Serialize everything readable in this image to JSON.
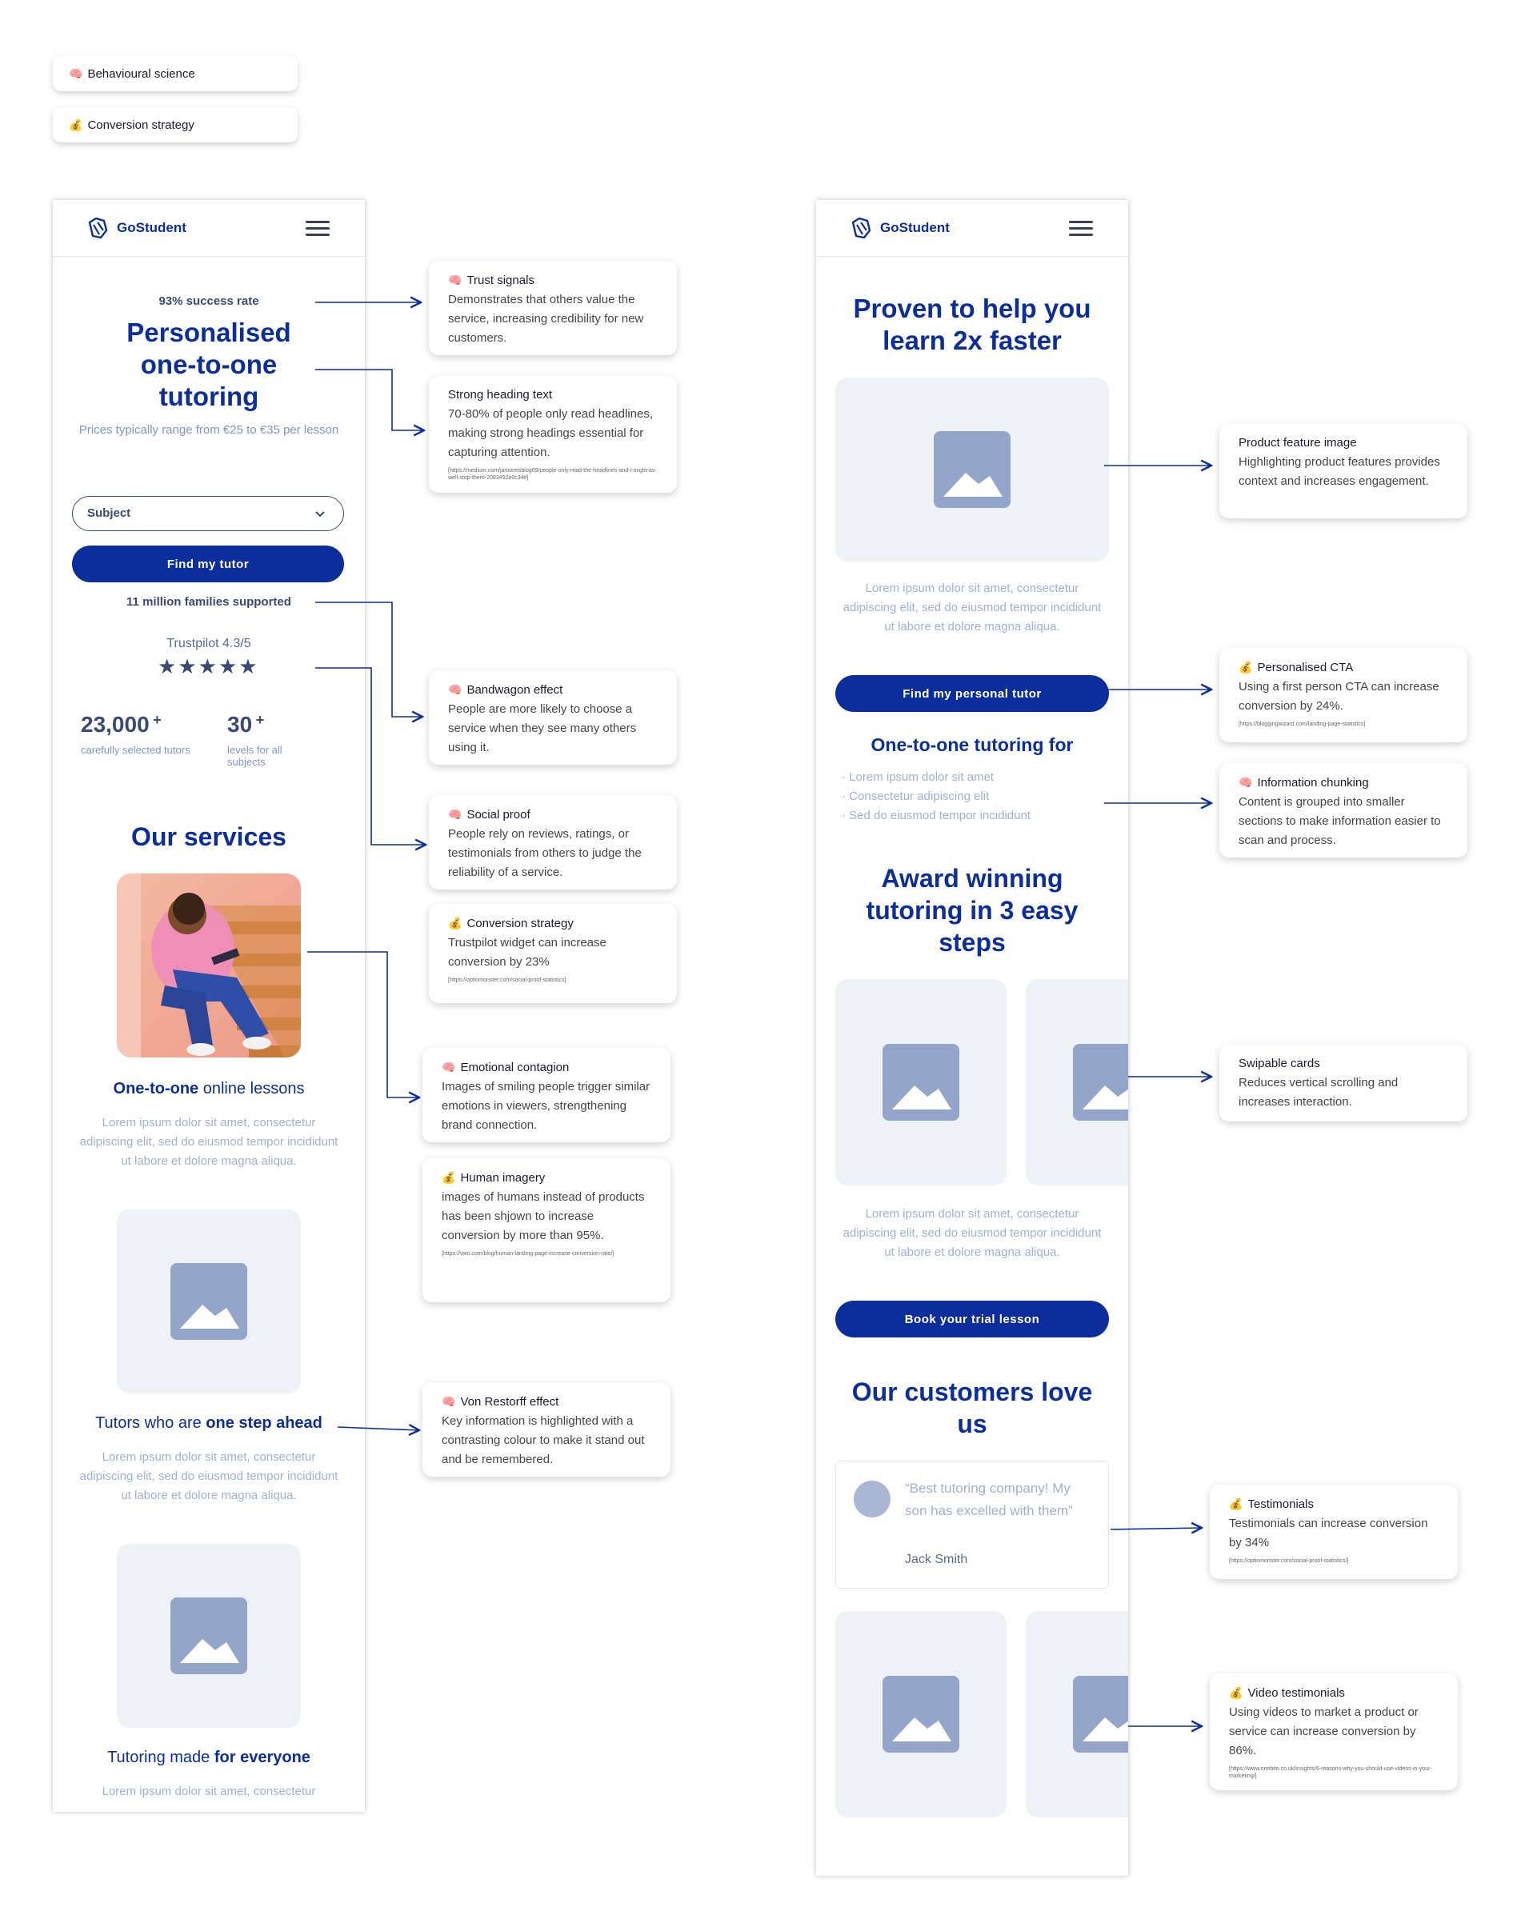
{
  "legend": {
    "behavioural": "Behavioural science",
    "conversion": "Conversion strategy"
  },
  "icons": {
    "brain": "🧠",
    "money_bag": "💰"
  },
  "colors": {
    "brand": "#0c2d9c",
    "muted": "#8fa3cb",
    "placeholder": "#eef1f6",
    "arrow": "#0c2d9c"
  },
  "left_phone": {
    "logo": "GoStudent",
    "success_rate": "93% success rate",
    "headline": "Personalised one-to-one tutoring",
    "price": "Prices typically range from €25 to €35 per lesson",
    "subject_placeholder": "Subject",
    "find_button": "Find my tutor",
    "families": "11 million families supported",
    "trustpilot": "Trustpilot 4.3/5",
    "rating": 5,
    "stat1_number": "23,000",
    "stat1_plus": "+",
    "stat1_label": "carefully selected tutors",
    "stat2_number": "30",
    "stat2_plus": "+",
    "stat2_label": "levels for all subjects",
    "services_title": "Our services",
    "service1_a": "One-to-one",
    "service1_b": "online lessons",
    "lorem": "Lorem ipsum dolor sit amet, consectetur adipiscing elit, sed do eiusmod tempor incididunt ut labore et dolore magna aliqua.",
    "service2_a": "Tutors who are",
    "service2_b": "one step ahead",
    "service3_a": "Tutoring made",
    "service3_b": "for everyone",
    "lorem_cut": "Lorem ipsum dolor sit amet, consectetur"
  },
  "right_phone": {
    "logo": "GoStudent",
    "headline": "Proven to help you learn 2x faster",
    "lorem": "Lorem ipsum dolor sit amet, consectetur adipiscing elit, sed do eiusmod tempor incididunt ut labore et dolore magna aliqua.",
    "personal_button": "Find my personal tutor",
    "features_title": "One-to-one tutoring for",
    "features": [
      "Lorem ipsum dolor sit amet",
      "Consectetur adipiscing elit",
      "Sed do eiusmod tempor incididunt"
    ],
    "steps_title": "Award winning tutoring in 3 easy steps",
    "trial_button": "Book your trial lesson",
    "customers_title": "Our customers love us",
    "testimonial_quote": "“Best tutoring company! My son has excelled with them”",
    "testimonial_author": "Jack Smith"
  },
  "notes": {
    "trust": {
      "title": "Trust signals",
      "body": "Demonstrates that others value the service, increasing credibility for new customers."
    },
    "heading": {
      "title": "Strong heading text",
      "body": "70-80% of people only read headlines, making strong headings essential for capturing attention.",
      "source": "[https://medium.com/jamoreisblog69/people-only-read-the-headlines-and-i-might-as-well-stop-there-2083492e0c34#]"
    },
    "bandwagon": {
      "title": "Bandwagon effect",
      "body": "People are more likely to choose a service when they see many others using it."
    },
    "social": {
      "title": "Social proof",
      "body": "People rely on reviews, ratings, or testimonials from others to judge the reliability of a service."
    },
    "conversion": {
      "title": "Conversion strategy",
      "body": "Trustpilot widget can increase conversion by 23%",
      "source": "[https://optinmonster.com/social-proof-statistics]"
    },
    "emotional": {
      "title": "Emotional contagion",
      "body": "Images of smiling people trigger similar emotions in viewers, strengthening brand connection."
    },
    "human": {
      "title": "Human imagery",
      "body": "images of humans instead of products has been shjown to increase conversion by more than 95%.",
      "source": "[https://vwo.com/blog/human-landing-page-increase-conversion-rate/]"
    },
    "restorff": {
      "title": "Von Restorff effect",
      "body": "Key information is highlighted with a contrasting colour to make it stand out and be remembered."
    },
    "product": {
      "title": "Product feature image",
      "body": "Highlighting product features provides context and increases engagement."
    },
    "cta": {
      "title": "Personalised CTA",
      "body": "Using a first person CTA can increase conversion by 24%.",
      "source": "[https://bloggingwizard.com/landing-page-statistics]"
    },
    "chunking": {
      "title": "Information chunking",
      "body": "Content is grouped into smaller sections to make information easier to scan and process."
    },
    "swipe": {
      "title": "Swipable cards",
      "body": "Reduces vertical scrolling and increases interaction."
    },
    "testimonials": {
      "title": "Testimonials",
      "body": "Testimonials can increase conversion by 34%",
      "source": "[https://optinmonster.com/social-proof-statistics/]"
    },
    "video": {
      "title": "Video testimonials",
      "body": "Using videos to market a product or service can increase conversion by 86%.",
      "source": "[https://www.onebite.co.uk/insights/6-reasons-why-you-should-use-videos-in-your-marketing/]"
    }
  }
}
